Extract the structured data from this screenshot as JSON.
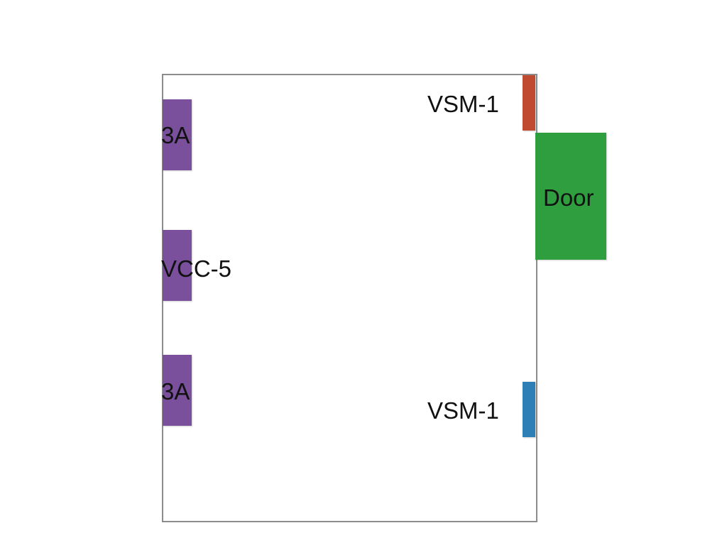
{
  "colors": {
    "purple": "#7a4f9c",
    "red": "#bf4a30",
    "green": "#2e9e3f",
    "blue": "#2e7fb5",
    "wall": "#8c8c8c"
  },
  "left_units": [
    {
      "label": "3A",
      "color": "purple"
    },
    {
      "label": "VCC-5",
      "color": "purple"
    },
    {
      "label": "3A",
      "color": "purple"
    }
  ],
  "right_units": [
    {
      "label": "VSM-1",
      "color": "red"
    },
    {
      "label": "VSM-1",
      "color": "blue"
    }
  ],
  "door": {
    "label": "Door",
    "color": "green"
  }
}
